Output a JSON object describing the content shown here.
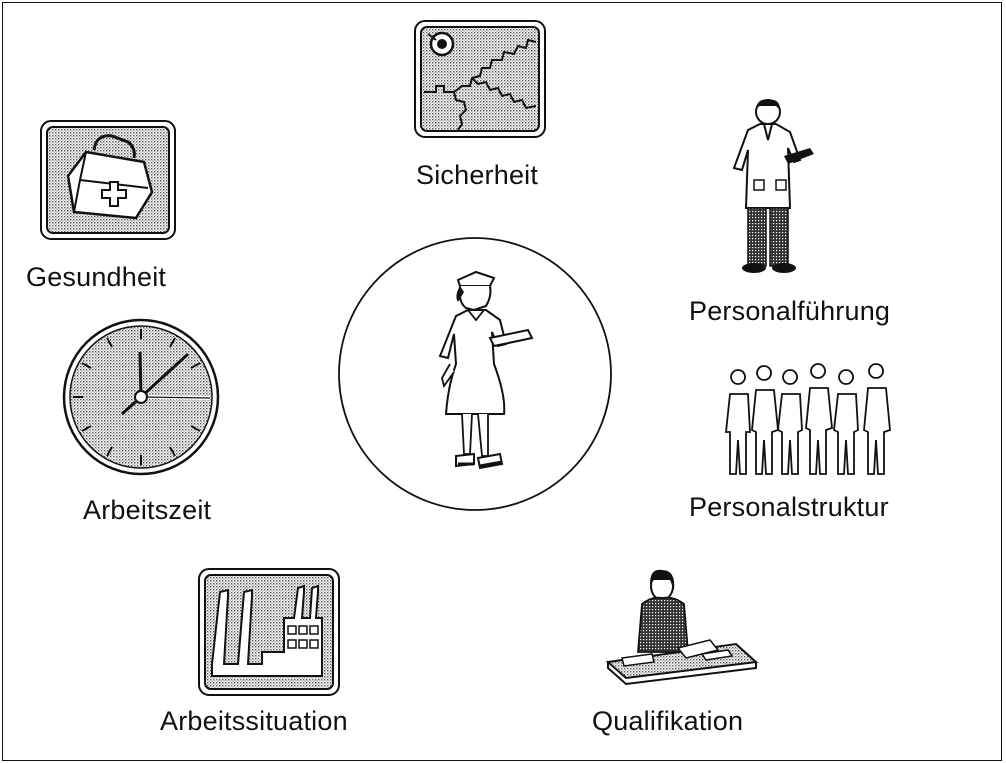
{
  "diagram": {
    "center": {
      "icon": "nurse-figure"
    },
    "topics": [
      {
        "id": "sicherheit",
        "label": "Sicherheit",
        "icon": "gears-tile-icon"
      },
      {
        "id": "gesundheit",
        "label": "Gesundheit",
        "icon": "medical-bag-tile-icon"
      },
      {
        "id": "personalfuehrung",
        "label": "Personalführung",
        "icon": "doctor-figure-icon"
      },
      {
        "id": "arbeitszeit",
        "label": "Arbeitszeit",
        "icon": "clock-icon"
      },
      {
        "id": "personalstruktur",
        "label": "Personalstruktur",
        "icon": "people-group-icon"
      },
      {
        "id": "arbeitssituation",
        "label": "Arbeitssituation",
        "icon": "factory-tile-icon"
      },
      {
        "id": "qualifikation",
        "label": "Qualifikation",
        "icon": "person-at-desk-icon"
      }
    ]
  }
}
